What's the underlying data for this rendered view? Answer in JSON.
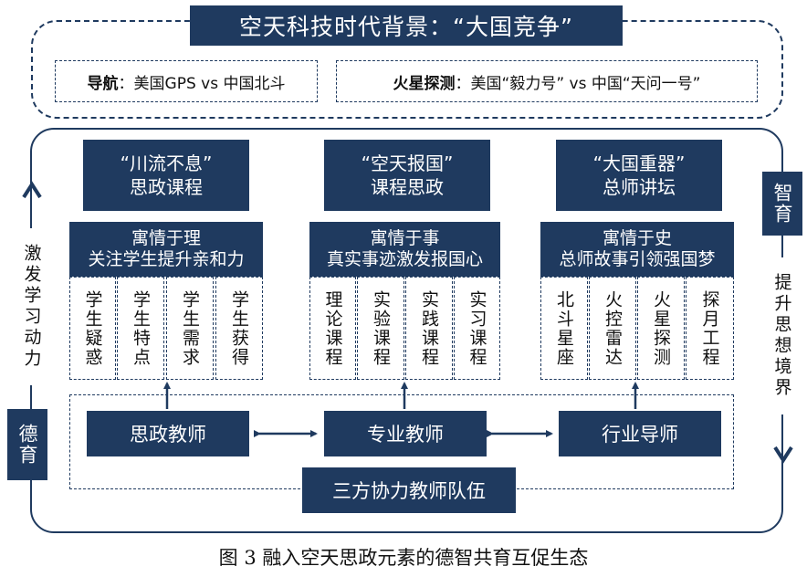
{
  "header": {
    "title": "空天科技时代背景：“大国竞争”",
    "nav": {
      "label": "导航",
      "text": "：美国GPS vs 中国北斗"
    },
    "mars": {
      "label": "火星探测",
      "text": "：美国“毅力号” vs 中国“天问一号”"
    }
  },
  "courses": [
    {
      "line1": "“川流不息”",
      "line2": "思政课程"
    },
    {
      "line1": "“空天报国”",
      "line2": "课程思政"
    },
    {
      "line1": "“大国重器”",
      "line2": "总师讲坛"
    }
  ],
  "themes": [
    {
      "line1": "寓情于理",
      "line2": "关注学生提升亲和力"
    },
    {
      "line1": "寓情于事",
      "line2": "真实事迹激发报国心"
    },
    {
      "line1": "寓情于史",
      "line2": "总师故事引领强国梦"
    }
  ],
  "cells": [
    [
      "学生疑惑",
      "学生特点",
      "学生需求",
      "学生获得"
    ],
    [
      "理论课程",
      "实验课程",
      "实践课程",
      "实习课程"
    ],
    [
      "北斗星座",
      "火控雷达",
      "火星探测",
      "探月工程"
    ]
  ],
  "teachers": [
    "思政教师",
    "专业教师",
    "行业导师"
  ],
  "team": "三方协力教师队伍",
  "left": {
    "motivation": "激发学习动力",
    "moral": "德育"
  },
  "right": {
    "intellect": "智育",
    "thinking": "提升思想境界"
  },
  "caption": "图 3  融入空天思政元素的德智共育互促生态",
  "colors": {
    "navy": "#1f3a5f",
    "background": "#ffffff"
  }
}
